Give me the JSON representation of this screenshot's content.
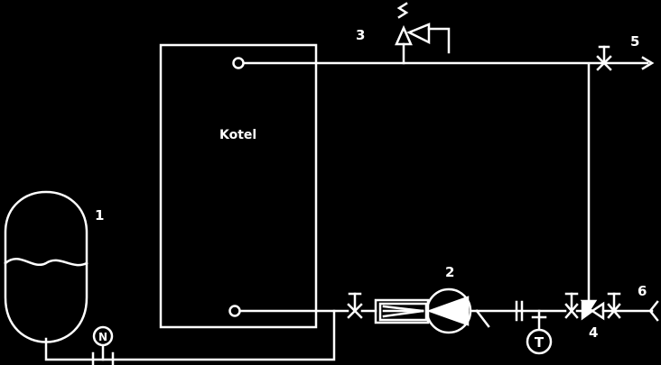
{
  "boiler": {
    "label": "Kotel"
  },
  "expansion_vessel_gauge": {
    "letter": "N"
  },
  "thermometer": {
    "letter": "T"
  },
  "callouts": [
    {
      "id": "1",
      "text": "1"
    },
    {
      "id": "2",
      "text": "2"
    },
    {
      "id": "3",
      "text": "3"
    },
    {
      "id": "4",
      "text": "4"
    },
    {
      "id": "5",
      "text": "5"
    },
    {
      "id": "6",
      "text": "6"
    }
  ],
  "colors": {
    "background": "#000000",
    "stroke": "#ffffff"
  }
}
